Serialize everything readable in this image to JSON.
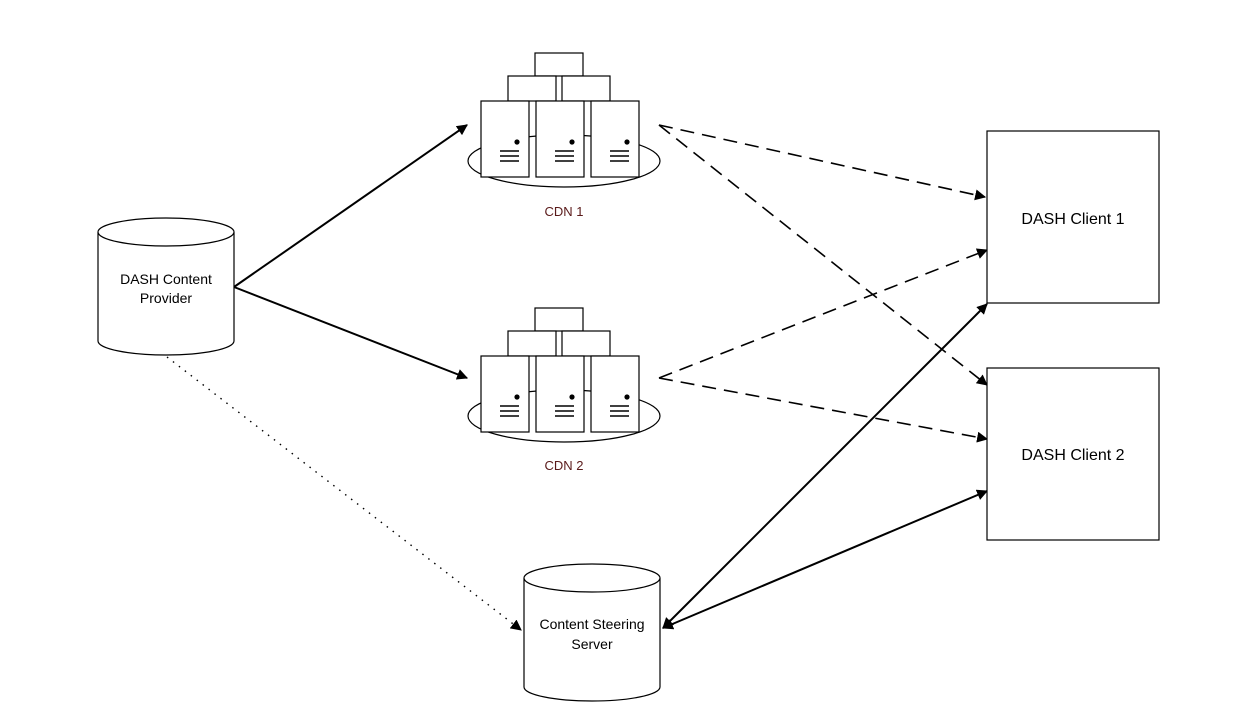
{
  "nodes": {
    "provider": {
      "line1": "DASH Content",
      "line2": "Provider"
    },
    "cdn1": {
      "label": "CDN 1"
    },
    "cdn2": {
      "label": "CDN 2"
    },
    "client1": {
      "label": "DASH Client 1"
    },
    "client2": {
      "label": "DASH Client 2"
    },
    "steering": {
      "line1": "Content Steering",
      "line2": "Server"
    }
  },
  "colors": {
    "stroke": "#000000",
    "cdn_label": "#5a1a1a",
    "background": "#ffffff"
  },
  "edges": [
    {
      "from": "provider",
      "to": "cdn1",
      "style": "solid"
    },
    {
      "from": "provider",
      "to": "cdn2",
      "style": "solid"
    },
    {
      "from": "provider",
      "to": "steering",
      "style": "dotted"
    },
    {
      "from": "cdn1",
      "to": "client1",
      "style": "dashed"
    },
    {
      "from": "cdn1",
      "to": "client2",
      "style": "dashed"
    },
    {
      "from": "cdn2",
      "to": "client1",
      "style": "dashed"
    },
    {
      "from": "cdn2",
      "to": "client2",
      "style": "dashed"
    },
    {
      "from": "steering",
      "to": "client1",
      "style": "solid",
      "bidirectional": true
    },
    {
      "from": "steering",
      "to": "client2",
      "style": "solid",
      "bidirectional": true
    }
  ]
}
